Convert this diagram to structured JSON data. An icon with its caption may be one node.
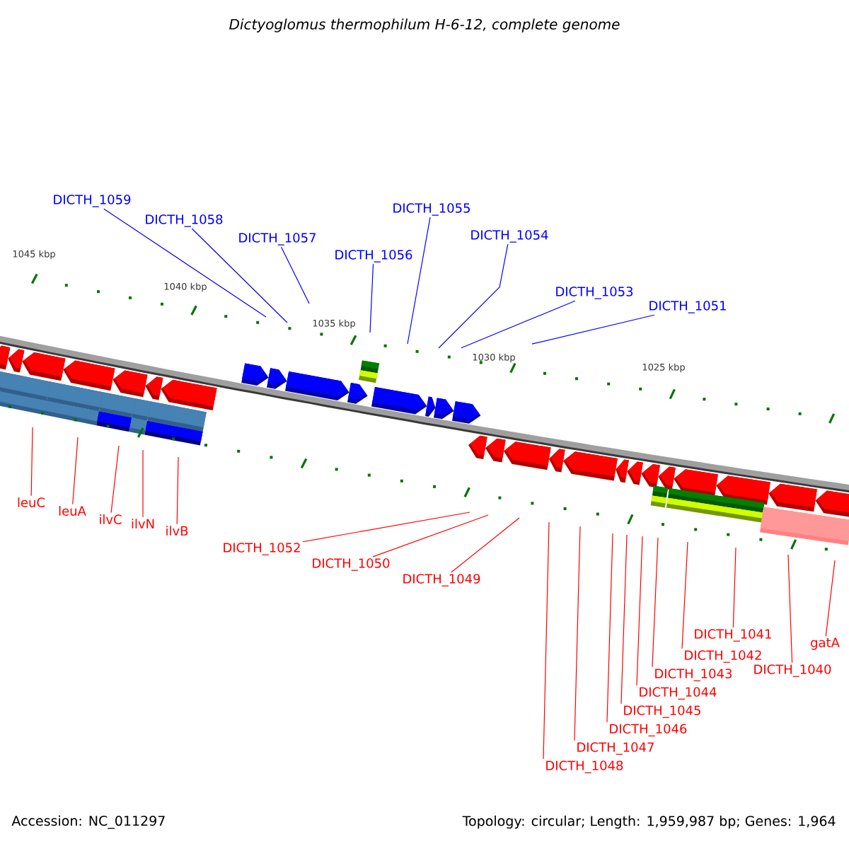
{
  "diagram": {
    "title": "Dictyoglomus thermophilum H-6-12, complete genome",
    "nodes": [
      {
        "text": [
          "DICTH_1059"
        ]
      },
      {
        "text": [
          "DICTH_1058"
        ]
      },
      {
        "text": [
          "DICTH_1057"
        ]
      },
      {
        "text": [
          "DICTH_1056"
        ]
      },
      {
        "text": [
          "DICTH_1055"
        ]
      },
      {
        "text": [
          "DICTH_1054"
        ]
      },
      {
        "text": [
          "DICTH_1053"
        ]
      },
      {
        "text": [
          "DICTH_1051"
        ]
      },
      {
        "text": [
          "leuC"
        ]
      },
      {
        "text": [
          "leuA"
        ]
      },
      {
        "text": [
          "ilvC"
        ]
      },
      {
        "text": [
          "ilvN"
        ]
      },
      {
        "text": [
          "ilvB"
        ]
      },
      {
        "text": [
          "DICTH_1052"
        ]
      },
      {
        "text": [
          "DICTH_1050"
        ]
      },
      {
        "text": [
          "DICTH_1049"
        ]
      },
      {
        "text": [
          "DICTH_1048"
        ]
      },
      {
        "text": [
          "DICTH_1046"
        ]
      },
      {
        "text": [
          "DICTH_1044"
        ]
      },
      {
        "text": [
          "DICTH_1047"
        ]
      },
      {
        "text": [
          "DICTH_1042"
        ]
      },
      {
        "text": [
          "DICTH_1041"
        ]
      },
      {
        "text": [
          "DICTH_1043"
        ]
      },
      {
        "text": [
          "DICTH_1045"
        ]
      },
      {
        "text": [
          "DICTH_1040"
        ]
      },
      {
        "text": [
          "gatA"
        ]
      }
    ],
    "edges": [
      {
        "from": 0,
        "to": null,
        "arrow": "none",
        "color": "#0000ff"
      },
      {
        "from": 1,
        "to": null,
        "arrow": "none",
        "color": "#0000ff"
      },
      {
        "from": 2,
        "to": null,
        "arrow": "none",
        "color": "#0000ff"
      },
      {
        "from": 3,
        "to": null,
        "arrow": "none",
        "color": "#0000ff"
      },
      {
        "from": 4,
        "to": null,
        "arrow": "none",
        "color": "#0000ff"
      },
      {
        "from": 5,
        "to": null,
        "arrow": "none",
        "color": "#0000ff"
      },
      {
        "from": 6,
        "to": null,
        "arrow": "none",
        "color": "#0000ff"
      },
      {
        "from": 7,
        "to": null,
        "arrow": "none",
        "color": "#0000ff"
      },
      {
        "from": 8,
        "to": null,
        "arrow": "none"
      },
      {
        "from": 9,
        "to": null,
        "arrow": "none"
      },
      {
        "from": 10,
        "to": null,
        "arrow": "none"
      },
      {
        "from": 11,
        "to": null,
        "arrow": "none"
      },
      {
        "from": 12,
        "to": null,
        "arrow": "none"
      },
      {
        "from": 13,
        "to": null,
        "arrow": "none"
      },
      {
        "from": 14,
        "to": null,
        "arrow": "none"
      },
      {
        "from": 15,
        "to": null,
        "arrow": "none"
      },
      {
        "from": 16,
        "to": null,
        "arrow": "none"
      },
      {
        "from": 17,
        "to": null,
        "arrow": "none"
      },
      {
        "from": 18,
        "to": null,
        "arrow": "none"
      },
      {
        "from": 19,
        "to": null,
        "arrow": "none"
      },
      {
        "from": 20,
        "to": null,
        "arrow": "none"
      },
      {
        "from": 21,
        "to": null,
        "arrow": "none"
      },
      {
        "from": 22,
        "to": null,
        "arrow": "none"
      },
      {
        "from": 23,
        "to": null,
        "arrow": "none"
      },
      {
        "from": 24,
        "to": null,
        "arrow": "none"
      },
      {
        "from": 25,
        "to": null,
        "arrow": "none"
      }
    ],
    "labels": [
      "1045 kbp",
      "1040 kbp",
      "1035 kbp",
      "1030 kbp",
      "1025 kbp",
      "Accession: NC_011297",
      "Topology: circular; Length: 1,959,987 bp; Genes: 1,964"
    ]
  }
}
